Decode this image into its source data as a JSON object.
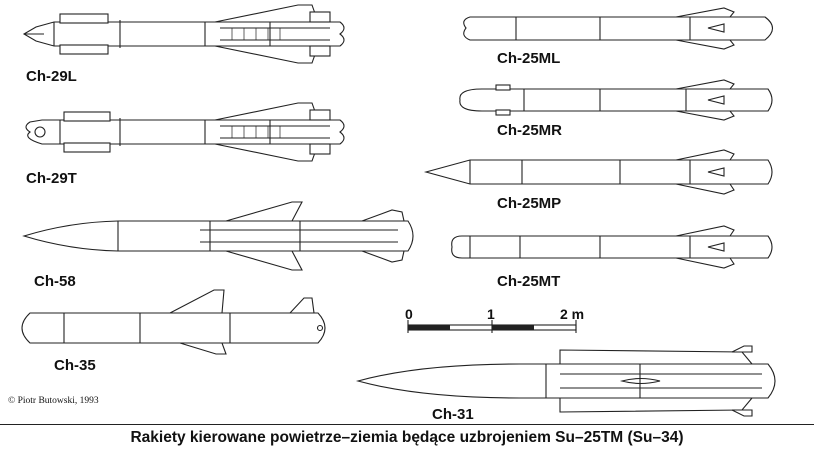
{
  "missiles": [
    {
      "id": "ch29l",
      "label": "Ch-29L"
    },
    {
      "id": "ch29t",
      "label": "Ch-29T"
    },
    {
      "id": "ch58",
      "label": "Ch-58"
    },
    {
      "id": "ch35",
      "label": "Ch-35"
    },
    {
      "id": "ch25ml",
      "label": "Ch-25ML"
    },
    {
      "id": "ch25mr",
      "label": "Ch-25MR"
    },
    {
      "id": "ch25mp",
      "label": "Ch-25MP"
    },
    {
      "id": "ch25mt",
      "label": "Ch-25MT"
    },
    {
      "id": "ch31",
      "label": "Ch-31"
    }
  ],
  "scale_bar": {
    "ticks": [
      "0",
      "1",
      "2 m"
    ]
  },
  "copyright": "© Piotr Butowski, 1993",
  "caption": "Rakiety kierowane powietrze–ziemia będące uzbrojeniem Su–25TM (Su–34)"
}
